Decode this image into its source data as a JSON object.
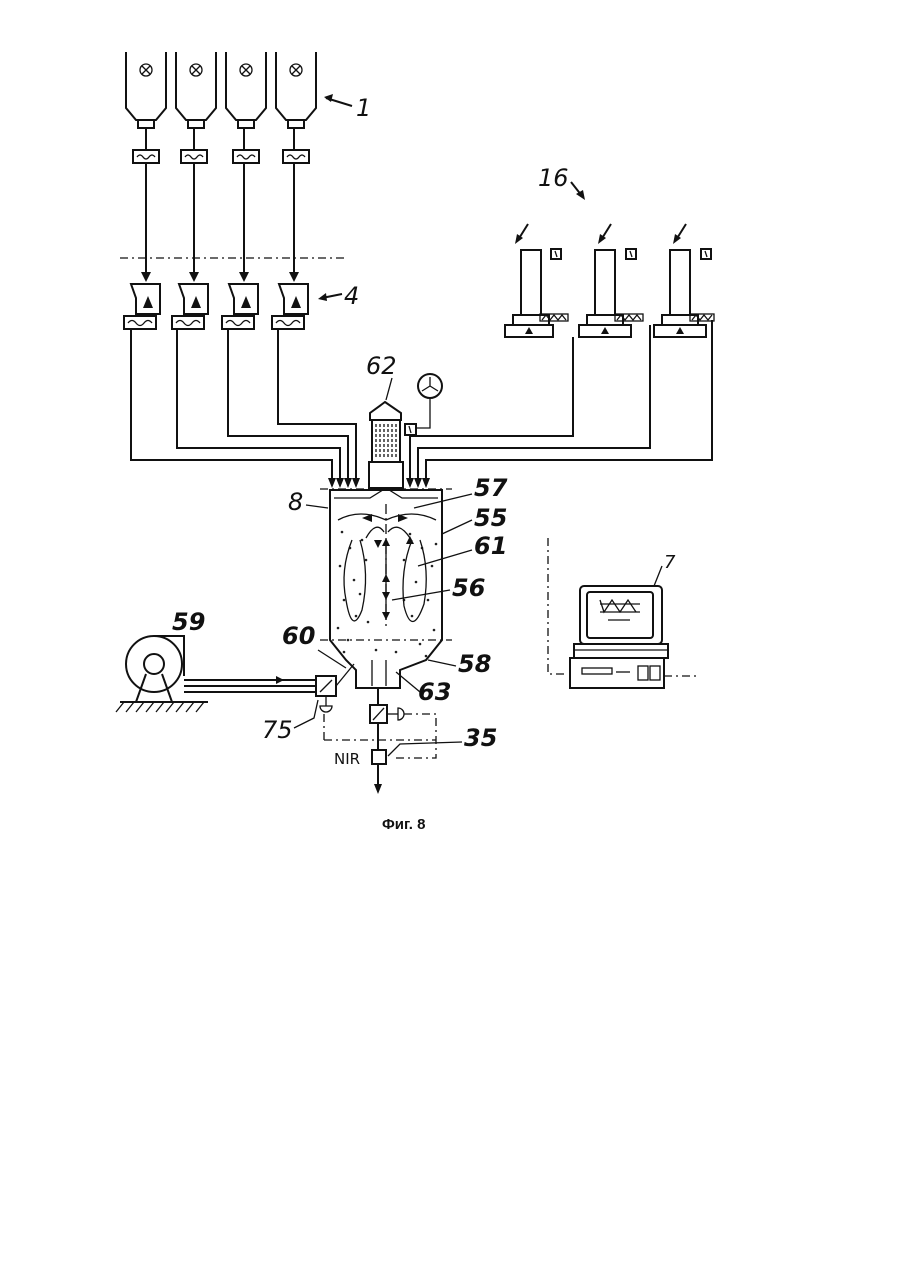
{
  "figure": {
    "caption": "Фиг. 8",
    "labels": {
      "silos": "1",
      "dosing_units": "4",
      "liquid_dosers": "16",
      "control_computer": "7",
      "mixer": "8",
      "filter": "62",
      "deflector": "57",
      "wall": "55",
      "flow": "61",
      "shaft": "56",
      "blower": "59",
      "air_inlet": "60",
      "bottom": "58",
      "outlet": "63",
      "valve": "75",
      "sensor": "35",
      "nir": "NIR"
    }
  }
}
